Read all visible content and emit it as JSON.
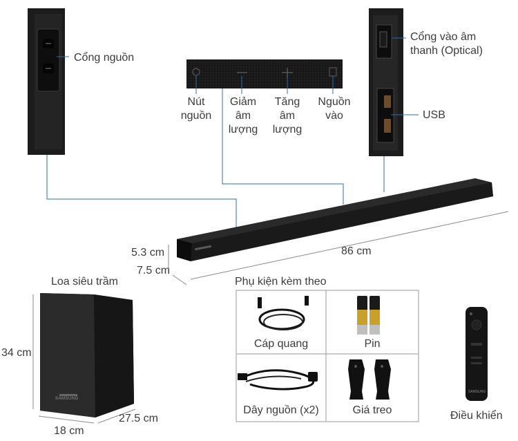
{
  "labels": {
    "power_port": "Cổng nguồn",
    "optical_port_line1": "Cổng vào âm",
    "optical_port_line2": "thanh (Optical)",
    "usb": "USB",
    "power_button_line1": "Nút",
    "power_button_line2": "nguồn",
    "vol_down_line1": "Giảm",
    "vol_down_line2": "âm",
    "vol_down_line3": "lượng",
    "vol_up_line1": "Tăng",
    "vol_up_line2": "âm",
    "vol_up_line3": "lượng",
    "source_line1": "Nguồn",
    "source_line2": "vào",
    "height_dim": "5.3 cm",
    "depth_dim": "7.5 cm",
    "length_dim": "86 cm",
    "subwoofer_title": "Loa siêu trầm",
    "sub_height": "34 cm",
    "sub_width": "18 cm",
    "sub_depth": "27.5 cm",
    "accessories_title": "Phụ kiện kèm theo",
    "optical_cable": "Cáp quang",
    "battery": "Pin",
    "power_cord": "Dây nguồn (x2)",
    "wall_mount": "Giá treo",
    "remote": "Điều khiển",
    "brand": "SAMSUNG"
  },
  "colors": {
    "leader_line": "#2f6fae",
    "dim_line": "#8a8a8a",
    "device": "#1e1e1e",
    "grid": "#9a9a9a"
  }
}
